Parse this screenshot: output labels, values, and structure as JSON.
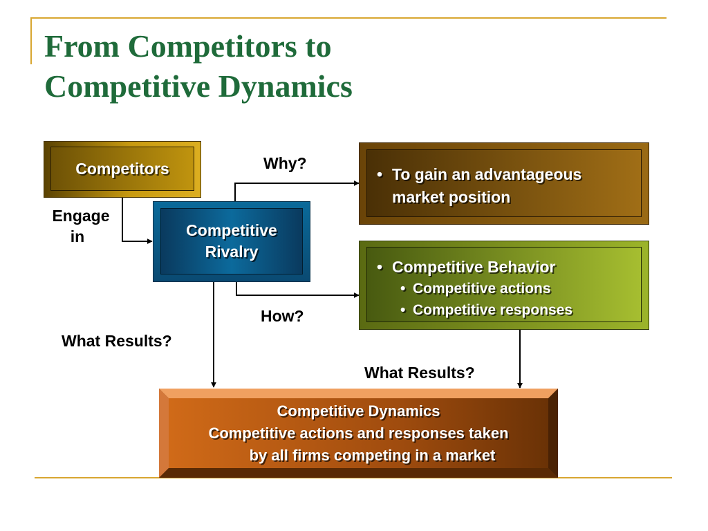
{
  "slide": {
    "title_lines": [
      "From Competitors to",
      "Competitive Dynamics"
    ]
  },
  "boxes": {
    "competitors": "Competitors",
    "rivalry_lines": [
      "Competitive",
      "Rivalry"
    ],
    "why_result": "To gain an advantageous market position",
    "how_result": {
      "main": "Competitive Behavior",
      "sub": [
        "Competitive actions",
        "Competitive responses"
      ]
    },
    "dynamics_lines": [
      "Competitive Dynamics",
      "Competitive actions and responses taken",
      "by all firms competing in a market"
    ]
  },
  "labels": {
    "engage_lines": [
      "Engage",
      "in"
    ],
    "why": "Why?",
    "how": "How?",
    "results_left": "What Results?",
    "results_right": "What Results?"
  },
  "colors": {
    "title": "#1f6b3a",
    "accent_gold": "#d8a630",
    "competitors_gold": "#c89a10",
    "rivalry_blue": "#0a5a86",
    "why_brown": "#8a5a10",
    "how_green": "#8aa420",
    "dynamics_orange": "#c85e12"
  }
}
